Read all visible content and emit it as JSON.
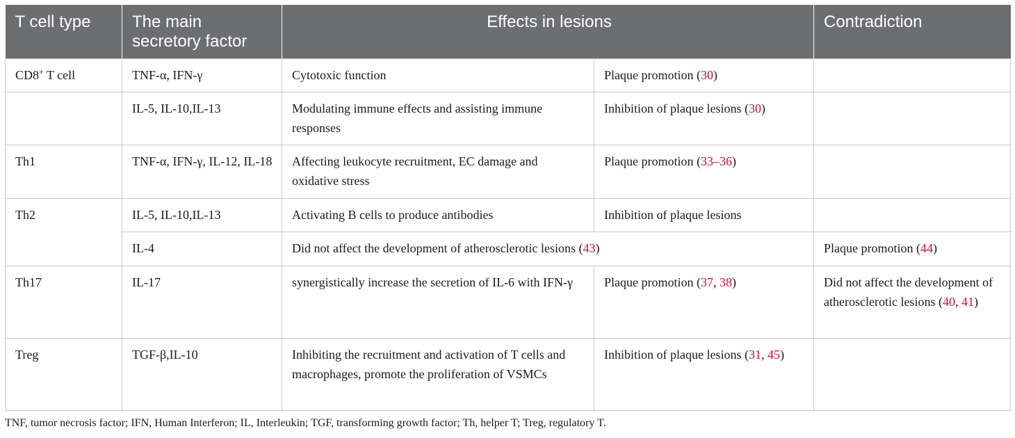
{
  "headers": [
    "T cell type",
    "The main secretory factor",
    "Effects in lesions",
    "Contradiction"
  ],
  "rows": {
    "r1": {
      "type_main": "CD8",
      "type_sup": "+",
      "type_rest": " T cell",
      "factor": "TNF-α, IFN-γ",
      "effect": "Cytotoxic function",
      "outcome": "Plaque promotion (",
      "ref": "30",
      "outcome_end": ")",
      "contradiction": ""
    },
    "r2": {
      "type": "",
      "factor": "IL-5, IL-10,IL-13",
      "effect": "Modulating immune effects and assisting immune responses",
      "outcome": "Inhibition of plaque lesions (",
      "ref": "30",
      "outcome_end": ")",
      "contradiction": ""
    },
    "r3": {
      "type": "Th1",
      "factor": "TNF-α, IFN-γ, IL-12, IL-18",
      "effect": "Affecting leukocyte recruitment, EC damage and oxidative stress",
      "outcome": "Plaque promotion (",
      "ref": "33–36",
      "outcome_end": ")",
      "contradiction": ""
    },
    "r4": {
      "type": "Th2",
      "factor": "IL-5, IL-10,IL-13",
      "effect": "Activating B cells to produce antibodies",
      "outcome": "Inhibition of plaque lesions",
      "contradiction": ""
    },
    "r5": {
      "factor": "IL-4",
      "effect": "Did not affect the development of atherosclerotic lesions (",
      "ref": "43",
      "effect_end": ")",
      "contradiction": "Plaque promotion (",
      "contradiction_ref": "44",
      "contradiction_end": ")"
    },
    "r6": {
      "type": "Th17",
      "factor": "IL-17",
      "effect": "synergistically increase the secretion of IL-6 with IFN-γ",
      "outcome": "Plaque promotion (",
      "ref1": "37",
      "sep": ", ",
      "ref2": "38",
      "outcome_end": ")",
      "contradiction": "Did not affect the development of atherosclerotic lesions (",
      "contradiction_ref1": "40",
      "contradiction_sep": ", ",
      "contradiction_ref2": "41",
      "contradiction_end": ")"
    },
    "r7": {
      "type": "Treg",
      "factor": "TGF-β,IL-10",
      "effect": "Inhibiting the recruitment and activation of T cells and macrophages, promote the proliferation of VSMCs",
      "outcome": "Inhibition of plaque lesions (",
      "ref1": "31",
      "sep": ", ",
      "ref2": "45",
      "outcome_end": ")",
      "contradiction": ""
    }
  },
  "footnote": "TNF, tumor necrosis factor; IFN, Human Interferon; IL, Interleukin; TGF, transforming growth factor; Th, helper T; Treg, regulatory T.",
  "colors": {
    "header_bg": "#6d6e71",
    "reference": "#c8102e",
    "border": "#c8c8c8"
  }
}
